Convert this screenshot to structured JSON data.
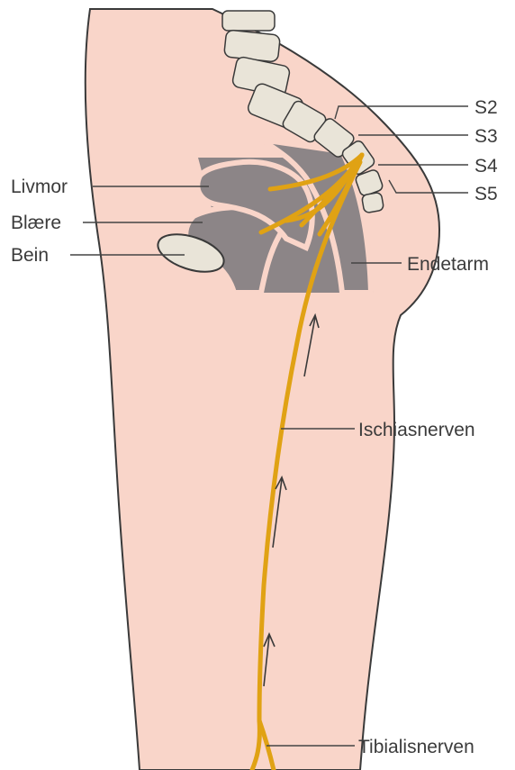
{
  "labels": {
    "s2": "S2",
    "s3": "S3",
    "s4": "S4",
    "s5": "S5",
    "livmor": "Livmor",
    "blaere": "Blære",
    "bein": "Bein",
    "endetarm": "Endetarm",
    "ischiasnerven": "Ischiasnerven",
    "tibialisnerven": "Tibialisnerven"
  },
  "colors": {
    "skin": "#f9d5c9",
    "outline": "#3a3a3a",
    "organ": "#8c8587",
    "bone": "#e9e4d8",
    "nerve": "#e0a214",
    "leader": "#444444"
  }
}
